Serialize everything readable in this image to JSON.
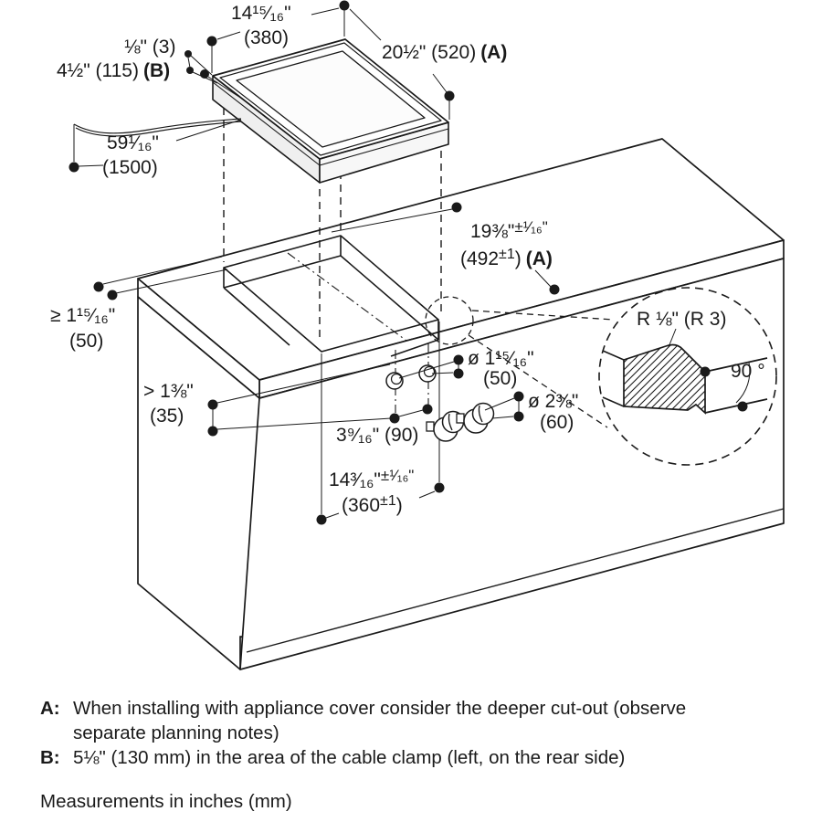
{
  "colors": {
    "ink": "#1a1a1a",
    "background": "#ffffff",
    "cooktop_side_gray": "#efefef",
    "cooktop_side_gray_light": "#f7f7f7"
  },
  "labels": {
    "cooktop_width_in": "14¹⁵⁄₁₆\"",
    "cooktop_width_mm": "(380)",
    "cooktop_depth": "20½\" (520)",
    "marker_a": "(A)",
    "marker_b": "(B)",
    "rim": "⅛\" (3)",
    "body_depth": "4½\" (115)",
    "cable_in": "59¹⁄₁₆\"",
    "cable_mm": "(1500)",
    "edge_min_in": "≥ 1¹⁵⁄₁₆\"",
    "edge_min_mm": "(50)",
    "below_edge_in": "> 1⅜\"",
    "below_edge_mm": "(35)",
    "cutout_depth_in": "19⅜\"",
    "cutout_depth_tol": "±¹⁄₁₆\"",
    "cutout_depth_mm": "(492",
    "cutout_depth_mm_tol": "±1",
    "cutout_depth_mm_close": ")",
    "hole_dia_in": "ø 1¹⁵⁄₁₆\"",
    "hole_dia_mm": "(50)",
    "hole_spacing": "3⁹⁄₁₆\" (90)",
    "knob_dia_in": "ø 2⅜\"",
    "knob_dia_mm": "(60)",
    "offset_in": "14³⁄₁₆\"",
    "offset_tol": "±¹⁄₁₆\"",
    "offset_mm": "(360",
    "offset_mm_tol": "±1",
    "offset_mm_close": ")",
    "corner_radius": "R ⅛\" (R 3)",
    "edge_angle": "90 °"
  },
  "notes": {
    "a_label": "A:",
    "a_text": "When installing with appliance cover consider the deeper cut-out (observe separate planning notes)",
    "b_label": "B:",
    "b_text": "5⅛\" (130 mm) in the area of the cable clamp (left, on the rear side)",
    "footer": "Measurements in inches (mm)"
  }
}
